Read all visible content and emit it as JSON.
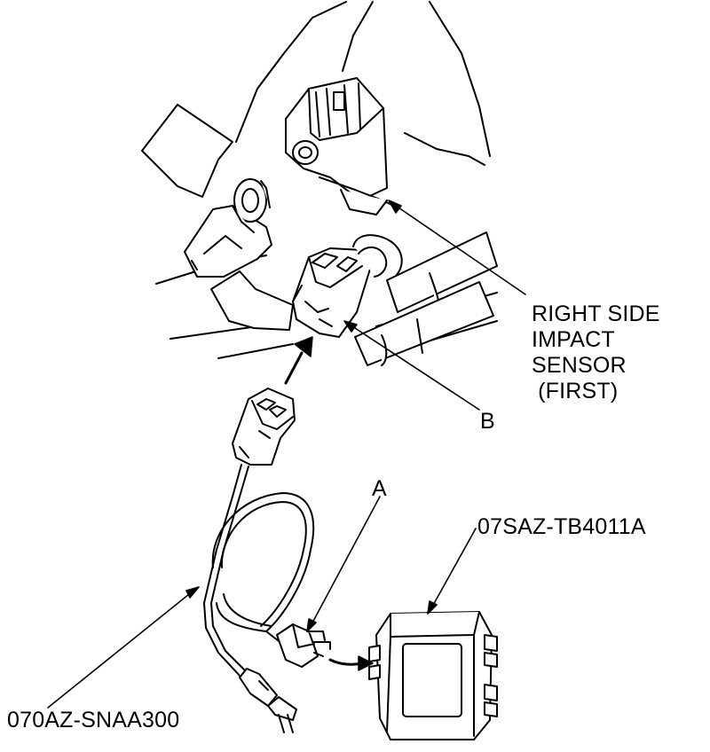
{
  "labels": {
    "sensor_lines": [
      "RIGHT SIDE",
      "IMPACT",
      "SENSOR",
      " (FIRST)"
    ],
    "callout_a": "A",
    "callout_b": "B",
    "tool_box_part": "07SAZ-TB4011A",
    "harness_part": "070AZ-SNAA300"
  }
}
